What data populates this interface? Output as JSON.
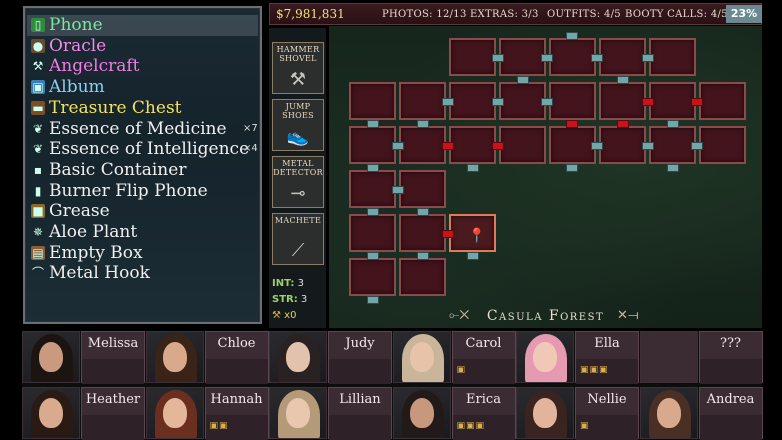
{
  "inventory": {
    "items": [
      {
        "label": "Phone",
        "color": "#7be89a",
        "icon": "phone-icon",
        "glyph": "▯",
        "iconbg": "#2f8b3d",
        "qty": ""
      },
      {
        "label": "Oracle",
        "color": "#f189e8",
        "icon": "oracle-orb-icon",
        "glyph": "●",
        "iconbg": "#6a4a33",
        "qty": ""
      },
      {
        "label": "Angelcraft",
        "color": "#f37be3",
        "icon": "angelcraft-icon",
        "glyph": "⚒",
        "iconbg": "transparent",
        "qty": ""
      },
      {
        "label": "Album",
        "color": "#8ad0ef",
        "icon": "album-icon",
        "glyph": "▣",
        "iconbg": "#3a7fb5",
        "qty": ""
      },
      {
        "label": "Treasure Chest",
        "color": "#f5e35a",
        "icon": "treasure-chest-icon",
        "glyph": "▬",
        "iconbg": "#7a4d24",
        "qty": ""
      },
      {
        "label": "Essence of Medicine",
        "color": "#f0f0f0",
        "icon": "medicine-leaf-icon",
        "glyph": "❦",
        "iconbg": "transparent",
        "qty": "×7"
      },
      {
        "label": "Essence of Intelligence",
        "color": "#f0f0f0",
        "icon": "intelligence-leaf-icon",
        "glyph": "❦",
        "iconbg": "transparent",
        "qty": "×4"
      },
      {
        "label": "Basic Container",
        "color": "#f0f0f0",
        "icon": "container-icon",
        "glyph": "▪",
        "iconbg": "transparent",
        "qty": ""
      },
      {
        "label": "Burner Flip Phone",
        "color": "#f0f0f0",
        "icon": "flip-phone-icon",
        "glyph": "▮",
        "iconbg": "transparent",
        "qty": ""
      },
      {
        "label": "Grease",
        "color": "#f0f0f0",
        "icon": "grease-can-icon",
        "glyph": "■",
        "iconbg": "#8a6a2a",
        "qty": ""
      },
      {
        "label": "Aloe Plant",
        "color": "#f0f0f0",
        "icon": "aloe-plant-icon",
        "glyph": "✵",
        "iconbg": "transparent",
        "qty": ""
      },
      {
        "label": "Empty Box",
        "color": "#f0f0f0",
        "icon": "box-icon",
        "glyph": "▤",
        "iconbg": "#8a6036",
        "qty": ""
      },
      {
        "label": "Metal Hook",
        "color": "#f0f0f0",
        "icon": "hook-icon",
        "glyph": "⌒",
        "iconbg": "transparent",
        "qty": ""
      }
    ]
  },
  "status": {
    "money": "$7,981,831",
    "photos": "PHOTOS: 12/13",
    "extras": "EXTRAS: 3/3",
    "outfits": "OUTFITS: 4/5",
    "booty_calls": "BOOTY CALLS: 4/5",
    "completion": "23%"
  },
  "tools": [
    {
      "label": "Hammer Shovel",
      "icon": "hammer-shovel-icon",
      "glyph": "⚒"
    },
    {
      "label": "Jump Shoes",
      "icon": "jump-shoes-icon",
      "glyph": "👟"
    },
    {
      "label": "Metal Detector",
      "icon": "metal-detector-icon",
      "glyph": "⊸"
    },
    {
      "label": "Machete",
      "icon": "machete-icon",
      "glyph": "⟋"
    }
  ],
  "attributes": {
    "int_label": "INT:",
    "int_value": "3",
    "str_label": "STR:",
    "str_value": "3",
    "wrench_value": "x0"
  },
  "map": {
    "location_name": "Casula Forest",
    "colors": {
      "room": "#43141c",
      "room_border": "#8d4a4c",
      "door": "#74a6a8",
      "locked_door": "#c8131b"
    }
  },
  "characters": [
    {
      "name": "Melissa",
      "tickets": "",
      "hair": "#1c1410",
      "skin": "#c99a80"
    },
    {
      "name": "Chloe",
      "tickets": "",
      "hair": "#3a2418",
      "skin": "#d9a98c"
    },
    {
      "name": "Judy",
      "tickets": "",
      "hair": "#2a2222",
      "skin": "#e3c2ad"
    },
    {
      "name": "Carol",
      "tickets": "▣",
      "hair": "#c8b59a",
      "skin": "#e7c3a9"
    },
    {
      "name": "Ella",
      "tickets": "▣▣▣",
      "hair": "#e69ab2",
      "skin": "#f0c9b6"
    },
    {
      "name": "???",
      "tickets": "",
      "hair": "#3b2c33",
      "skin": "#3b2c33"
    },
    {
      "name": "Heather",
      "tickets": "",
      "hair": "#2a1a14",
      "skin": "#d8ab8f"
    },
    {
      "name": "Hannah",
      "tickets": "▣▣",
      "hair": "#6a2f1e",
      "skin": "#e4b79b"
    },
    {
      "name": "Lillian",
      "tickets": "",
      "hair": "#b59a78",
      "skin": "#e8c7ae"
    },
    {
      "name": "Erica",
      "tickets": "▣▣▣",
      "hair": "#221a18",
      "skin": "#c7987e"
    },
    {
      "name": "Nellie",
      "tickets": "▣",
      "hair": "#3a2420",
      "skin": "#e2b49c"
    },
    {
      "name": "Andrea",
      "tickets": "",
      "hair": "#4a3024",
      "skin": "#d9a98e"
    }
  ]
}
